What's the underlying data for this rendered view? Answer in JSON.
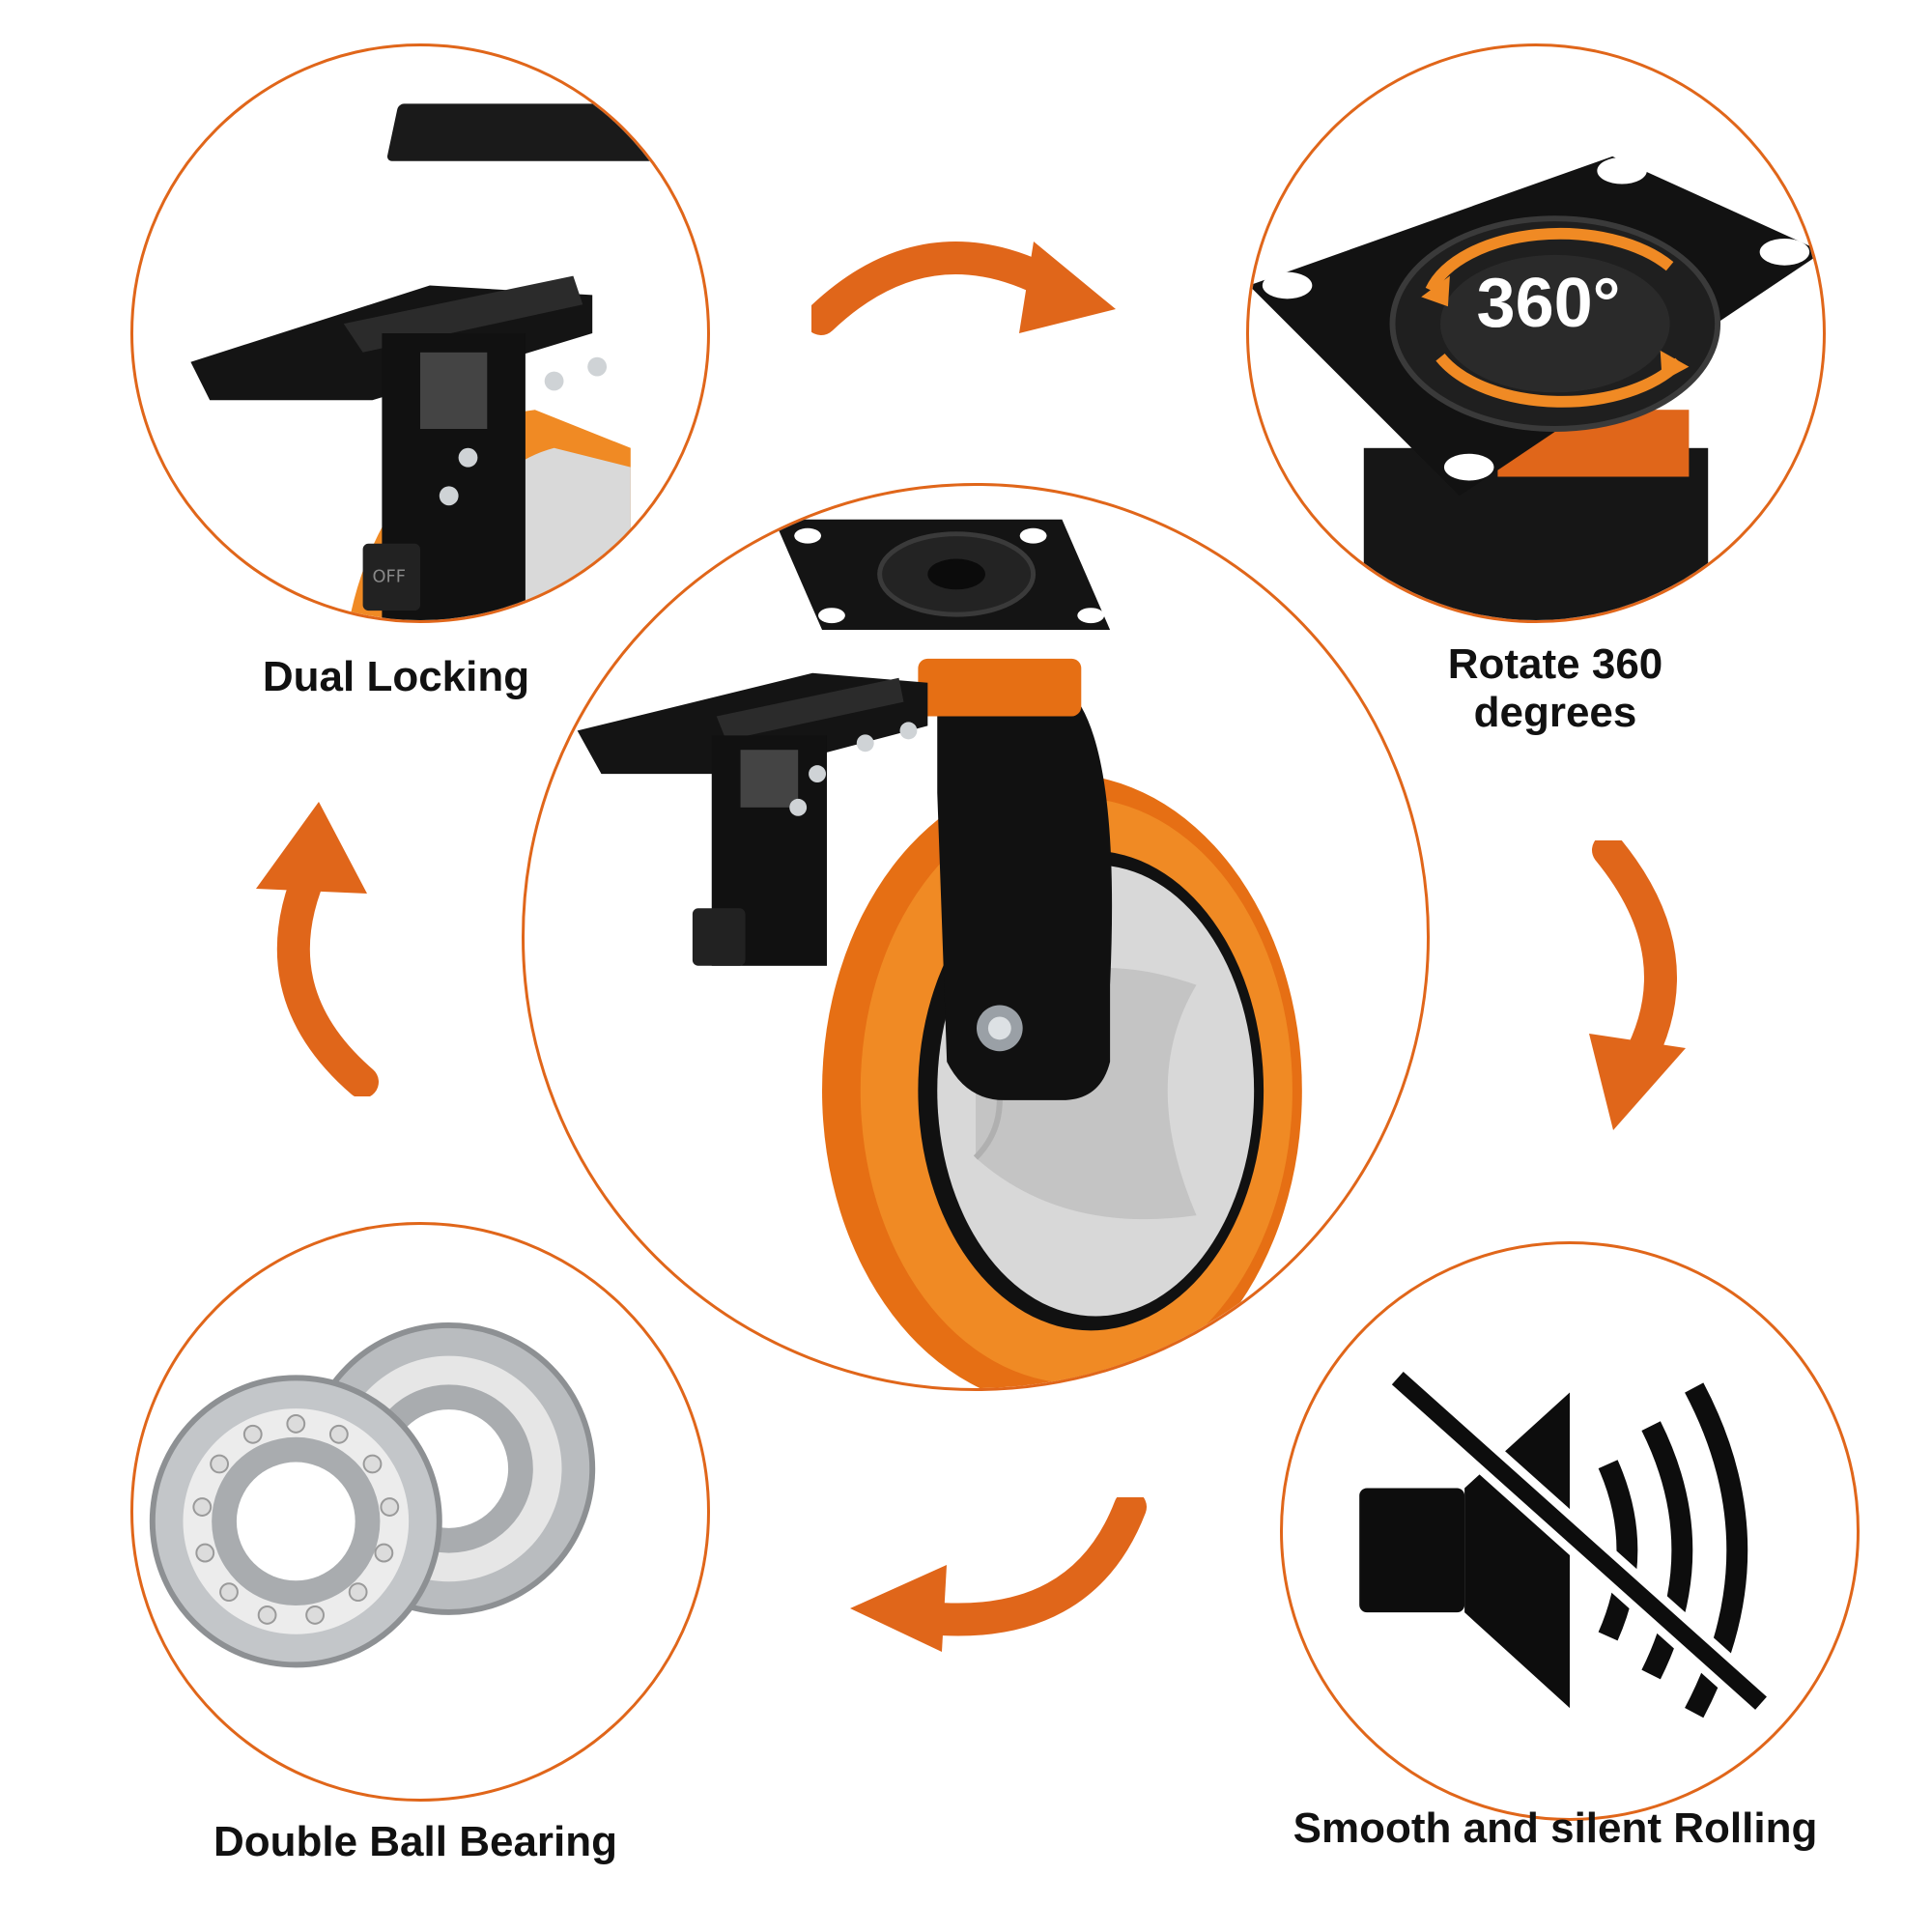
{
  "features": [
    {
      "label": "Dual Locking"
    },
    {
      "label": "Rotate 360 degrees"
    },
    {
      "label": "Double Ball Bearing"
    },
    {
      "label": "Smooth and silent Rolling"
    }
  ],
  "badge": {
    "text": "360°"
  },
  "lever_marking": {
    "text": "OFF"
  },
  "icons": {
    "center": "caster-wheel-icon",
    "top_left": "brake-lever-icon",
    "top_right": "swivel-plate-icon",
    "bottom_left": "ball-bearing-icon",
    "bottom_right": "mute-speaker-icon",
    "arrows": "curved-arrow-icon"
  },
  "colors": {
    "accent": "#e0661a",
    "wheel_orange": "#f08a24",
    "black": "#111111",
    "silver": "#c8c8c8"
  }
}
